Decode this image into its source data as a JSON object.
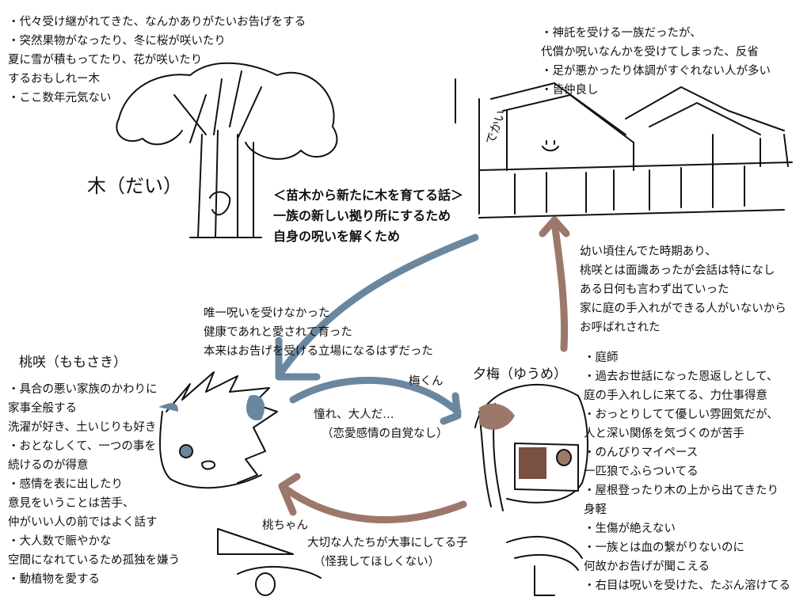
{
  "tree": {
    "label": "木（だい）",
    "notes": [
      "・代々受け継がれてきた、なんかありがたいお告げをする",
      "・突然果物がなったり、冬に桜が咲いたり",
      "夏に雪が積もってたり、花が咲いたり",
      "するおもしれー木",
      "・ここ数年元気ない"
    ]
  },
  "house": {
    "label": "でかい",
    "notes": [
      "・神託を受ける一族だったが、",
      "代償か呪いなんかを受けてしまった、反省",
      "・足が悪かったり体調がすぐれない人が多い",
      "・皆仲良し"
    ]
  },
  "story": {
    "lines": [
      "＜苗木から新たに木を育てる話＞",
      "一族の新しい拠り所にするため",
      "自身の呪いを解くため"
    ]
  },
  "momosaki": {
    "name": "桃咲（ももさき）",
    "background": [
      "唯一呪いを受けなかった",
      "健康であれと愛されて育った",
      "本来はお告げを受ける立場になるはずだった"
    ],
    "notes": [
      "・具合の悪い家族のかわりに",
      "家事全般する",
      "洗濯が好き、土いじりも好き",
      "・おとなしくて、一つの事を",
      "続けるのが得意",
      "・感情を表に出したり",
      "意見をいうことは苦手、",
      "仲がいい人の前ではよく話す",
      "・大人数で賑やかな",
      "空間になれているため孤独を嫌う",
      "・動植物を愛する"
    ]
  },
  "yuume": {
    "name": "夕梅（ゆうめ）",
    "background": [
      "幼い頃住んでた時期あり、",
      "桃咲とは面識あったが会話は特になし",
      "ある日何も言わず出ていった",
      "家に庭の手入れができる人がいないから",
      "お呼ばれされた"
    ],
    "notes": [
      "・庭師",
      "・過去お世話になった恩返しとして、",
      "庭の手入れしに来てる、力仕事得意",
      "・おっとりしてて優しい雰囲気だが、",
      "人と深い関係を気づくのが苦手",
      "・のんびりマイペース",
      "一匹狼でふらついてる",
      "・屋根登ったり木の上から出てきたり",
      "身軽",
      "・生傷が絶えない",
      "・一族とは血の繋がりないのに",
      "何故かお告げが聞こえる",
      "・右目は呪いを受けた、たぶん溶けてる"
    ]
  },
  "relations": {
    "momo_to_yuu_name": "梅くん",
    "momo_to_yuu_feeling": [
      "憧れ、大人だ…",
      "（恋愛感情の自覚なし）"
    ],
    "yuu_to_momo_name": "桃ちゃん",
    "yuu_to_momo_feeling": [
      "大切な人たちが大事にしてる子",
      "（怪我してほしくない）"
    ]
  },
  "colors": {
    "blue_arrow": "#6b87a0",
    "brown_arrow": "#9b786a",
    "ink": "#111111"
  }
}
